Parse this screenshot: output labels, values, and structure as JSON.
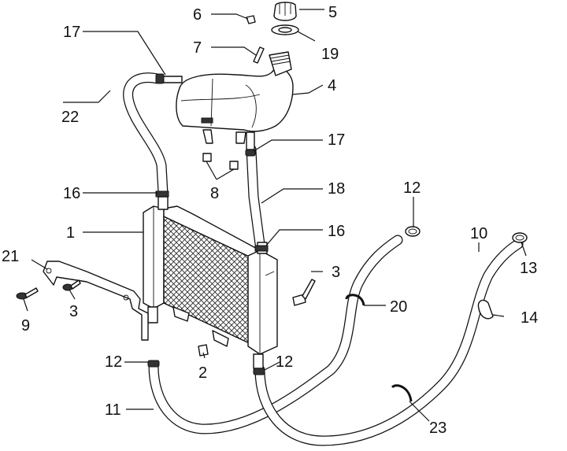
{
  "diagram": {
    "labels": {
      "l1": "1",
      "l2": "2",
      "l3a": "3",
      "l3b": "3",
      "l4": "4",
      "l5": "5",
      "l6": "6",
      "l7": "7",
      "l8": "8",
      "l9": "9",
      "l10": "10",
      "l11": "11",
      "l12a": "12",
      "l12b": "12",
      "l12c": "12",
      "l13": "13",
      "l14": "14",
      "l16a": "16",
      "l16b": "16",
      "l17a": "17",
      "l17b": "17",
      "l18": "18",
      "l19": "19",
      "l20": "20",
      "l21": "21",
      "l22": "22",
      "l23": "23"
    }
  }
}
